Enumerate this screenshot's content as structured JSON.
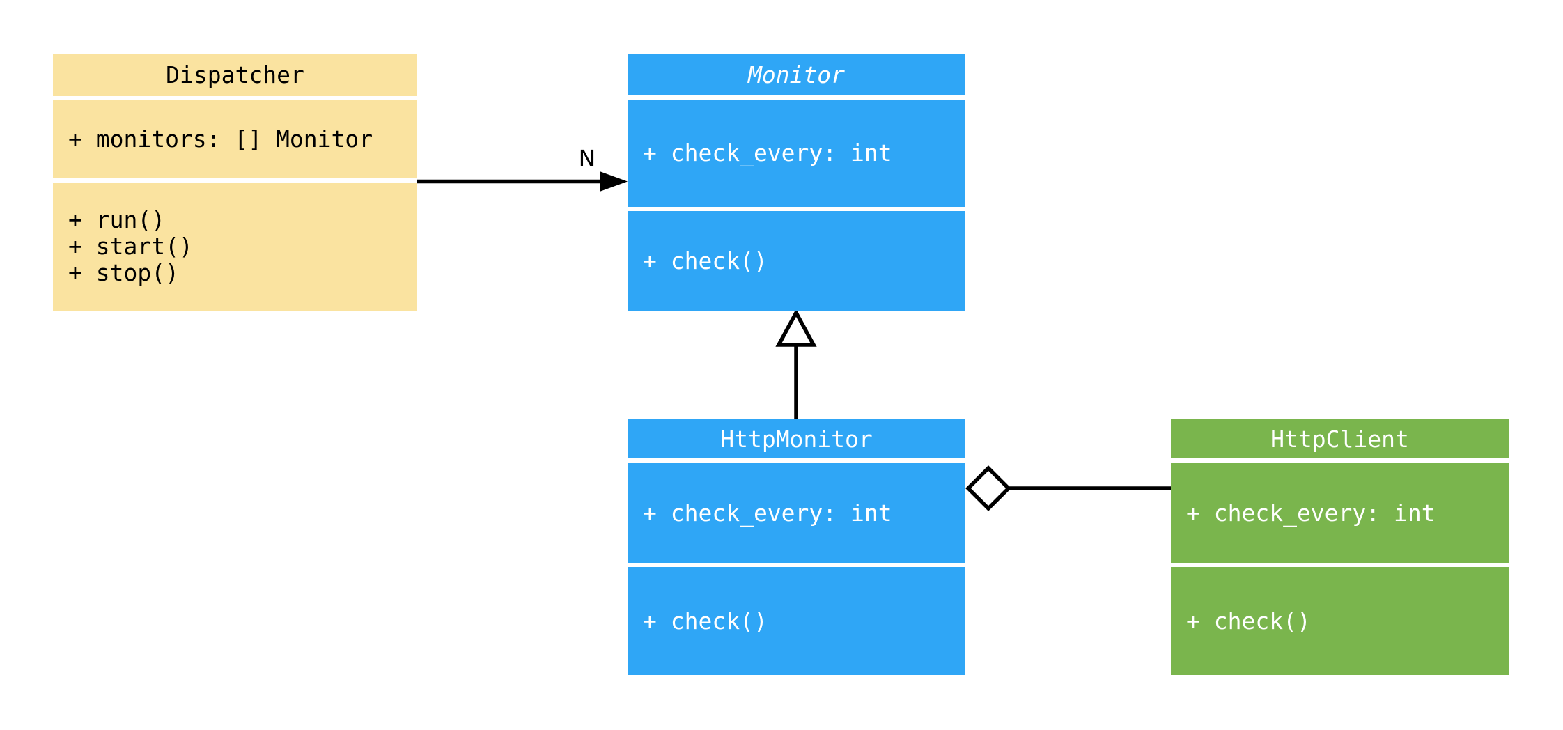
{
  "diagram": {
    "type": "uml_class_diagram",
    "background_color": "#FFFFFF",
    "line_color": "#000000",
    "classes": [
      {
        "name": "Dispatcher",
        "abstract": false,
        "fill": "#FAE3A0",
        "text_color": "#000000",
        "attributes": [
          "+ monitors: [] Monitor"
        ],
        "methods": [
          "+ run()",
          "+ start()",
          "+ stop()"
        ]
      },
      {
        "name": "Monitor",
        "abstract": true,
        "fill": "#2FA6F6",
        "text_color": "#FFFFFF",
        "attributes": [
          "+ check_every: int"
        ],
        "methods": [
          "+ check()"
        ]
      },
      {
        "name": "HttpMonitor",
        "abstract": false,
        "fill": "#2FA6F6",
        "text_color": "#FFFFFF",
        "attributes": [
          "+ check_every: int"
        ],
        "methods": [
          "+ check()"
        ]
      },
      {
        "name": "HttpClient",
        "abstract": false,
        "fill": "#7AB54D",
        "text_color": "#FFFFFF",
        "attributes": [
          "+ check_every: int"
        ],
        "methods": [
          "+ check()"
        ]
      }
    ],
    "relationships": [
      {
        "from": "Dispatcher",
        "to": "Monitor",
        "type": "association",
        "arrow": "filled-arrowhead",
        "label": "N"
      },
      {
        "from": "HttpMonitor",
        "to": "Monitor",
        "type": "inheritance",
        "arrow": "hollow-triangle",
        "label": ""
      },
      {
        "from": "HttpMonitor",
        "to": "HttpClient",
        "type": "aggregation",
        "arrow": "hollow-diamond",
        "label": ""
      }
    ]
  }
}
